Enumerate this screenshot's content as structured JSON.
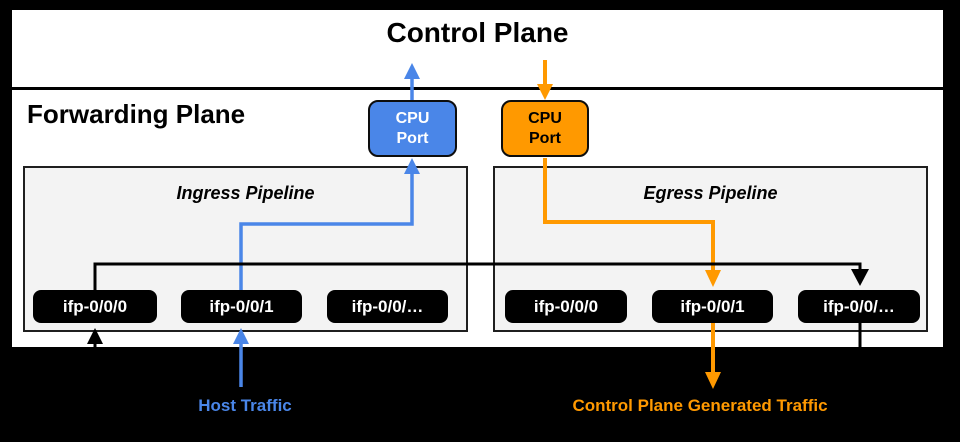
{
  "diagram": {
    "control_plane": {
      "title": "Control Plane"
    },
    "forwarding_plane": {
      "title": "Forwarding Plane"
    },
    "cpu_ports": {
      "ingress_side": {
        "line1": "CPU",
        "line2": "Port"
      },
      "egress_side": {
        "line1": "CPU",
        "line2": "Port"
      }
    },
    "pipelines": {
      "ingress": {
        "title": "Ingress Pipeline",
        "ports": [
          "ifp-0/0/0",
          "ifp-0/0/1",
          "ifp-0/0/…"
        ]
      },
      "egress": {
        "title": "Egress Pipeline",
        "ports": [
          "ifp-0/0/0",
          "ifp-0/0/1",
          "ifp-0/0/…"
        ]
      }
    },
    "legend": {
      "host_traffic": "Host Traffic",
      "control_plane_generated_traffic": "Control Plane Generated Traffic"
    },
    "colors": {
      "host_traffic_blue": "#4a86e8",
      "control_plane_orange": "#ff9900",
      "flow_black": "#000000",
      "pipeline_fill": "#f3f3f3",
      "port_chip_fill": "#000000",
      "surface": "#ffffff",
      "background": "#000000"
    }
  }
}
